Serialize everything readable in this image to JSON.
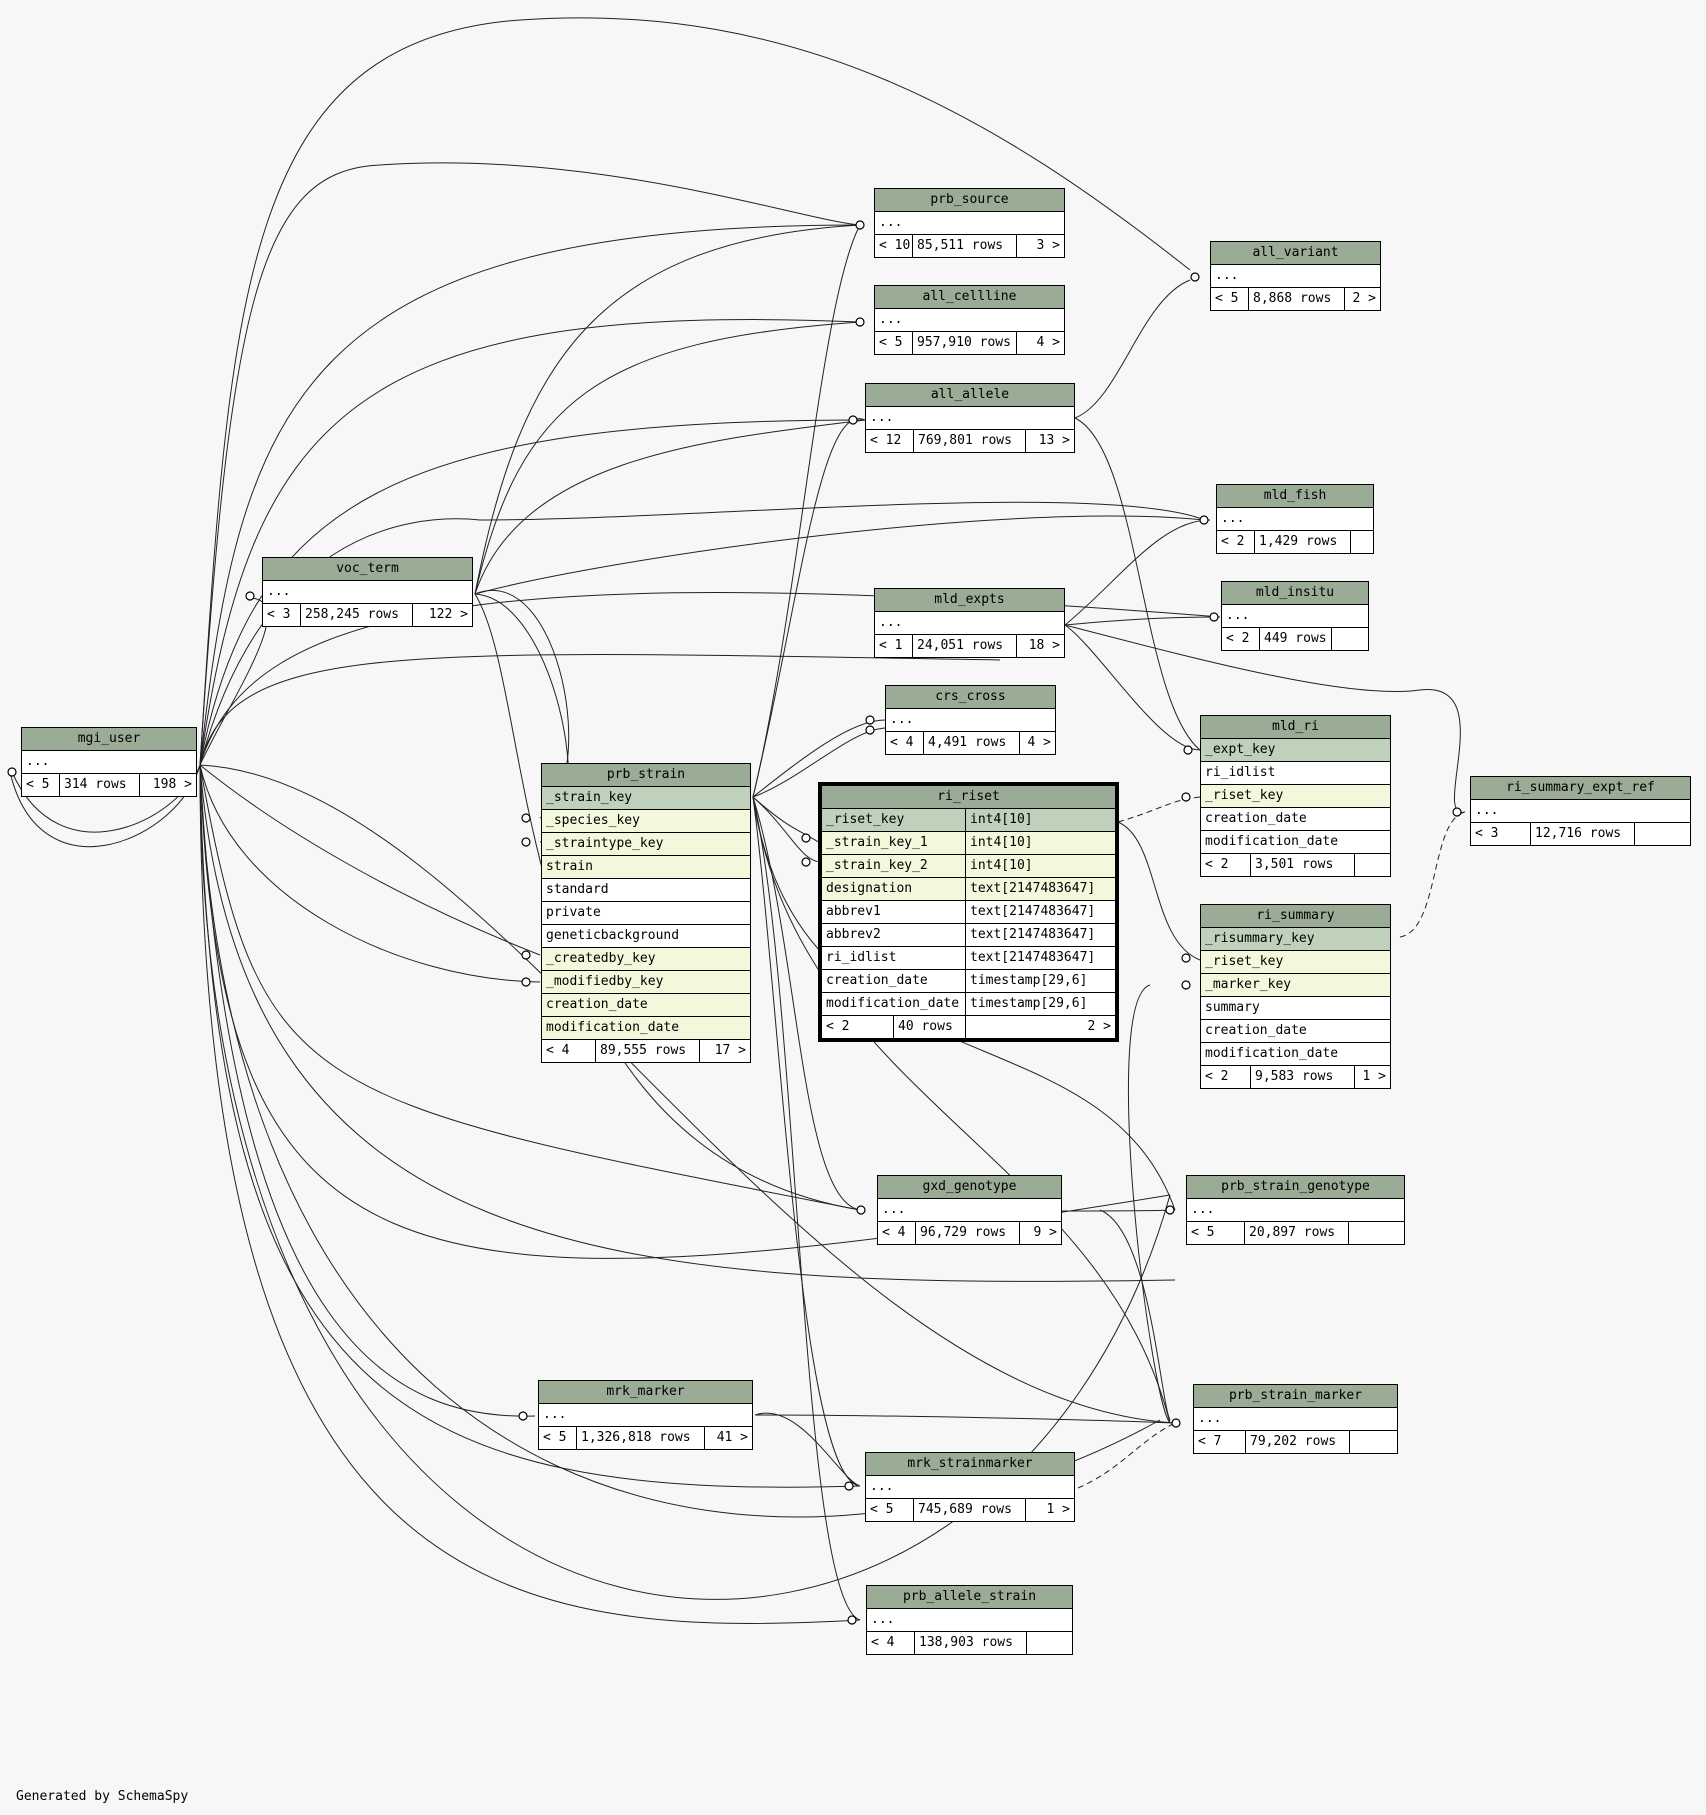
{
  "generated_by": "Generated by SchemaSpy",
  "focus_table": {
    "name": "ri_riset",
    "columns": [
      {
        "name": "_riset_key",
        "type": "int4[10]",
        "kind": "pk"
      },
      {
        "name": "_strain_key_1",
        "type": "int4[10]",
        "kind": "fk"
      },
      {
        "name": "_strain_key_2",
        "type": "int4[10]",
        "kind": "fk"
      },
      {
        "name": "designation",
        "type": "text[2147483647]",
        "kind": "fk"
      },
      {
        "name": "abbrev1",
        "type": "text[2147483647]",
        "kind": "plain"
      },
      {
        "name": "abbrev2",
        "type": "text[2147483647]",
        "kind": "plain"
      },
      {
        "name": "ri_idlist",
        "type": "text[2147483647]",
        "kind": "plain"
      },
      {
        "name": "creation_date",
        "type": "timestamp[29,6]",
        "kind": "plain"
      },
      {
        "name": "modification_date",
        "type": "timestamp[29,6]",
        "kind": "plain"
      }
    ],
    "footer": {
      "parents": "< 2",
      "rows": "40 rows",
      "children": "2 >"
    }
  },
  "tables": {
    "prb_source": {
      "name": "prb_source",
      "rows_ellipsis": "...",
      "parents": "< 10",
      "rows": "85,511 rows",
      "children": "3 >"
    },
    "all_cellline": {
      "name": "all_cellline",
      "rows_ellipsis": "...",
      "parents": "< 5",
      "rows": "957,910 rows",
      "children": "4 >"
    },
    "all_allele": {
      "name": "all_allele",
      "rows_ellipsis": "...",
      "parents": "< 12",
      "rows": "769,801 rows",
      "children": "13 >"
    },
    "all_variant": {
      "name": "all_variant",
      "rows_ellipsis": "...",
      "parents": "< 5",
      "rows": "8,868 rows",
      "children": "2 >"
    },
    "mld_fish": {
      "name": "mld_fish",
      "rows_ellipsis": "...",
      "parents": "< 2",
      "rows": "1,429 rows",
      "children": ""
    },
    "mld_insitu": {
      "name": "mld_insitu",
      "rows_ellipsis": "...",
      "parents": "< 2",
      "rows": "449 rows",
      "children": ""
    },
    "mld_expts": {
      "name": "mld_expts",
      "rows_ellipsis": "...",
      "parents": "< 1",
      "rows": "24,051 rows",
      "children": "18 >"
    },
    "crs_cross": {
      "name": "crs_cross",
      "rows_ellipsis": "...",
      "parents": "< 4",
      "rows": "4,491 rows",
      "children": "4 >"
    },
    "voc_term": {
      "name": "voc_term",
      "rows_ellipsis": "...",
      "parents": "< 3",
      "rows": "258,245 rows",
      "children": "122 >"
    },
    "mgi_user": {
      "name": "mgi_user",
      "rows_ellipsis": "...",
      "parents": "< 5",
      "rows": "314 rows",
      "children": "198 >"
    },
    "ri_summary_expt_ref": {
      "name": "ri_summary_expt_ref",
      "rows_ellipsis": "...",
      "parents": "< 3",
      "rows": "12,716 rows",
      "children": ""
    },
    "gxd_genotype": {
      "name": "gxd_genotype",
      "rows_ellipsis": "...",
      "parents": "< 4",
      "rows": "96,729 rows",
      "children": "9 >"
    },
    "prb_strain_genotype": {
      "name": "prb_strain_genotype",
      "rows_ellipsis": "...",
      "parents": "< 5",
      "rows": "20,897 rows",
      "children": ""
    },
    "mrk_marker": {
      "name": "mrk_marker",
      "rows_ellipsis": "...",
      "parents": "< 5",
      "rows": "1,326,818 rows",
      "children": "41 >"
    },
    "prb_strain_marker": {
      "name": "prb_strain_marker",
      "rows_ellipsis": "...",
      "parents": "< 7",
      "rows": "79,202 rows",
      "children": ""
    },
    "mrk_strainmarker": {
      "name": "mrk_strainmarker",
      "rows_ellipsis": "...",
      "parents": "< 5",
      "rows": "745,689 rows",
      "children": "1 >"
    },
    "prb_allele_strain": {
      "name": "prb_allele_strain",
      "rows_ellipsis": "...",
      "parents": "< 4",
      "rows": "138,903 rows",
      "children": ""
    }
  },
  "prb_strain": {
    "name": "prb_strain",
    "columns": [
      {
        "name": "_strain_key",
        "kind": "pk"
      },
      {
        "name": "_species_key",
        "kind": "fk"
      },
      {
        "name": "_straintype_key",
        "kind": "fk"
      },
      {
        "name": "strain",
        "kind": "fk"
      },
      {
        "name": "standard",
        "kind": "plain"
      },
      {
        "name": "private",
        "kind": "plain"
      },
      {
        "name": "geneticbackground",
        "kind": "plain"
      },
      {
        "name": "_createdby_key",
        "kind": "fk"
      },
      {
        "name": "_modifiedby_key",
        "kind": "fk"
      },
      {
        "name": "creation_date",
        "kind": "fk"
      },
      {
        "name": "modification_date",
        "kind": "fk"
      }
    ],
    "footer": {
      "parents": "< 4",
      "rows": "89,555 rows",
      "children": "17 >"
    }
  },
  "mld_ri": {
    "name": "mld_ri",
    "columns": [
      {
        "name": "_expt_key",
        "kind": "pk"
      },
      {
        "name": "ri_idlist",
        "kind": "plain"
      },
      {
        "name": "_riset_key",
        "kind": "fk"
      },
      {
        "name": "creation_date",
        "kind": "plain"
      },
      {
        "name": "modification_date",
        "kind": "plain"
      }
    ],
    "footer": {
      "parents": "< 2",
      "rows": "3,501 rows",
      "children": ""
    }
  },
  "ri_summary": {
    "name": "ri_summary",
    "columns": [
      {
        "name": "_risummary_key",
        "kind": "pk"
      },
      {
        "name": "_riset_key",
        "kind": "fk"
      },
      {
        "name": "_marker_key",
        "kind": "fk"
      },
      {
        "name": "summary",
        "kind": "plain"
      },
      {
        "name": "creation_date",
        "kind": "plain"
      },
      {
        "name": "modification_date",
        "kind": "plain"
      }
    ],
    "footer": {
      "parents": "< 2",
      "rows": "9,583 rows",
      "children": "1 >"
    }
  },
  "colors": {
    "header": "#9aab96",
    "primary_key": "#bfd0bb",
    "foreign_key": "#f4f7dc",
    "background": "#f7f7f7"
  }
}
